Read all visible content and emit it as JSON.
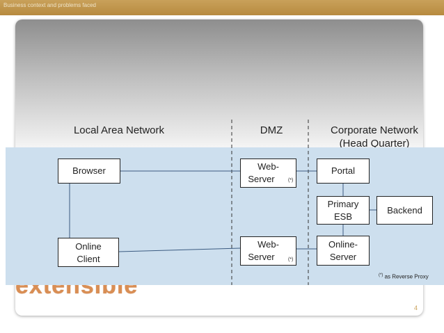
{
  "header": {
    "section_title": "Business context and problems faced"
  },
  "slide": {
    "page_number": "4",
    "background_text": "extensible"
  },
  "zones": {
    "lan": "Local Area Network",
    "dmz": "DMZ",
    "corporate_line1": "Corporate Network",
    "corporate_line2": "(Head Quarter)"
  },
  "nodes": {
    "browser": "Browser",
    "online_client_line1": "Online",
    "online_client_line2": "Client",
    "web_server_top_line1": "Web-",
    "web_server_top_line2": "Server",
    "web_server_bottom_line1": "Web-",
    "web_server_bottom_line2": "Server",
    "portal": "Portal",
    "primary_esb_line1": "Primary",
    "primary_esb_line2": "ESB",
    "backend": "Backend",
    "online_server_line1": "Online-",
    "online_server_line2": "Server",
    "marker": "(*)"
  },
  "footnote": {
    "marker": "(*)",
    "text": " as Reverse Proxy"
  }
}
